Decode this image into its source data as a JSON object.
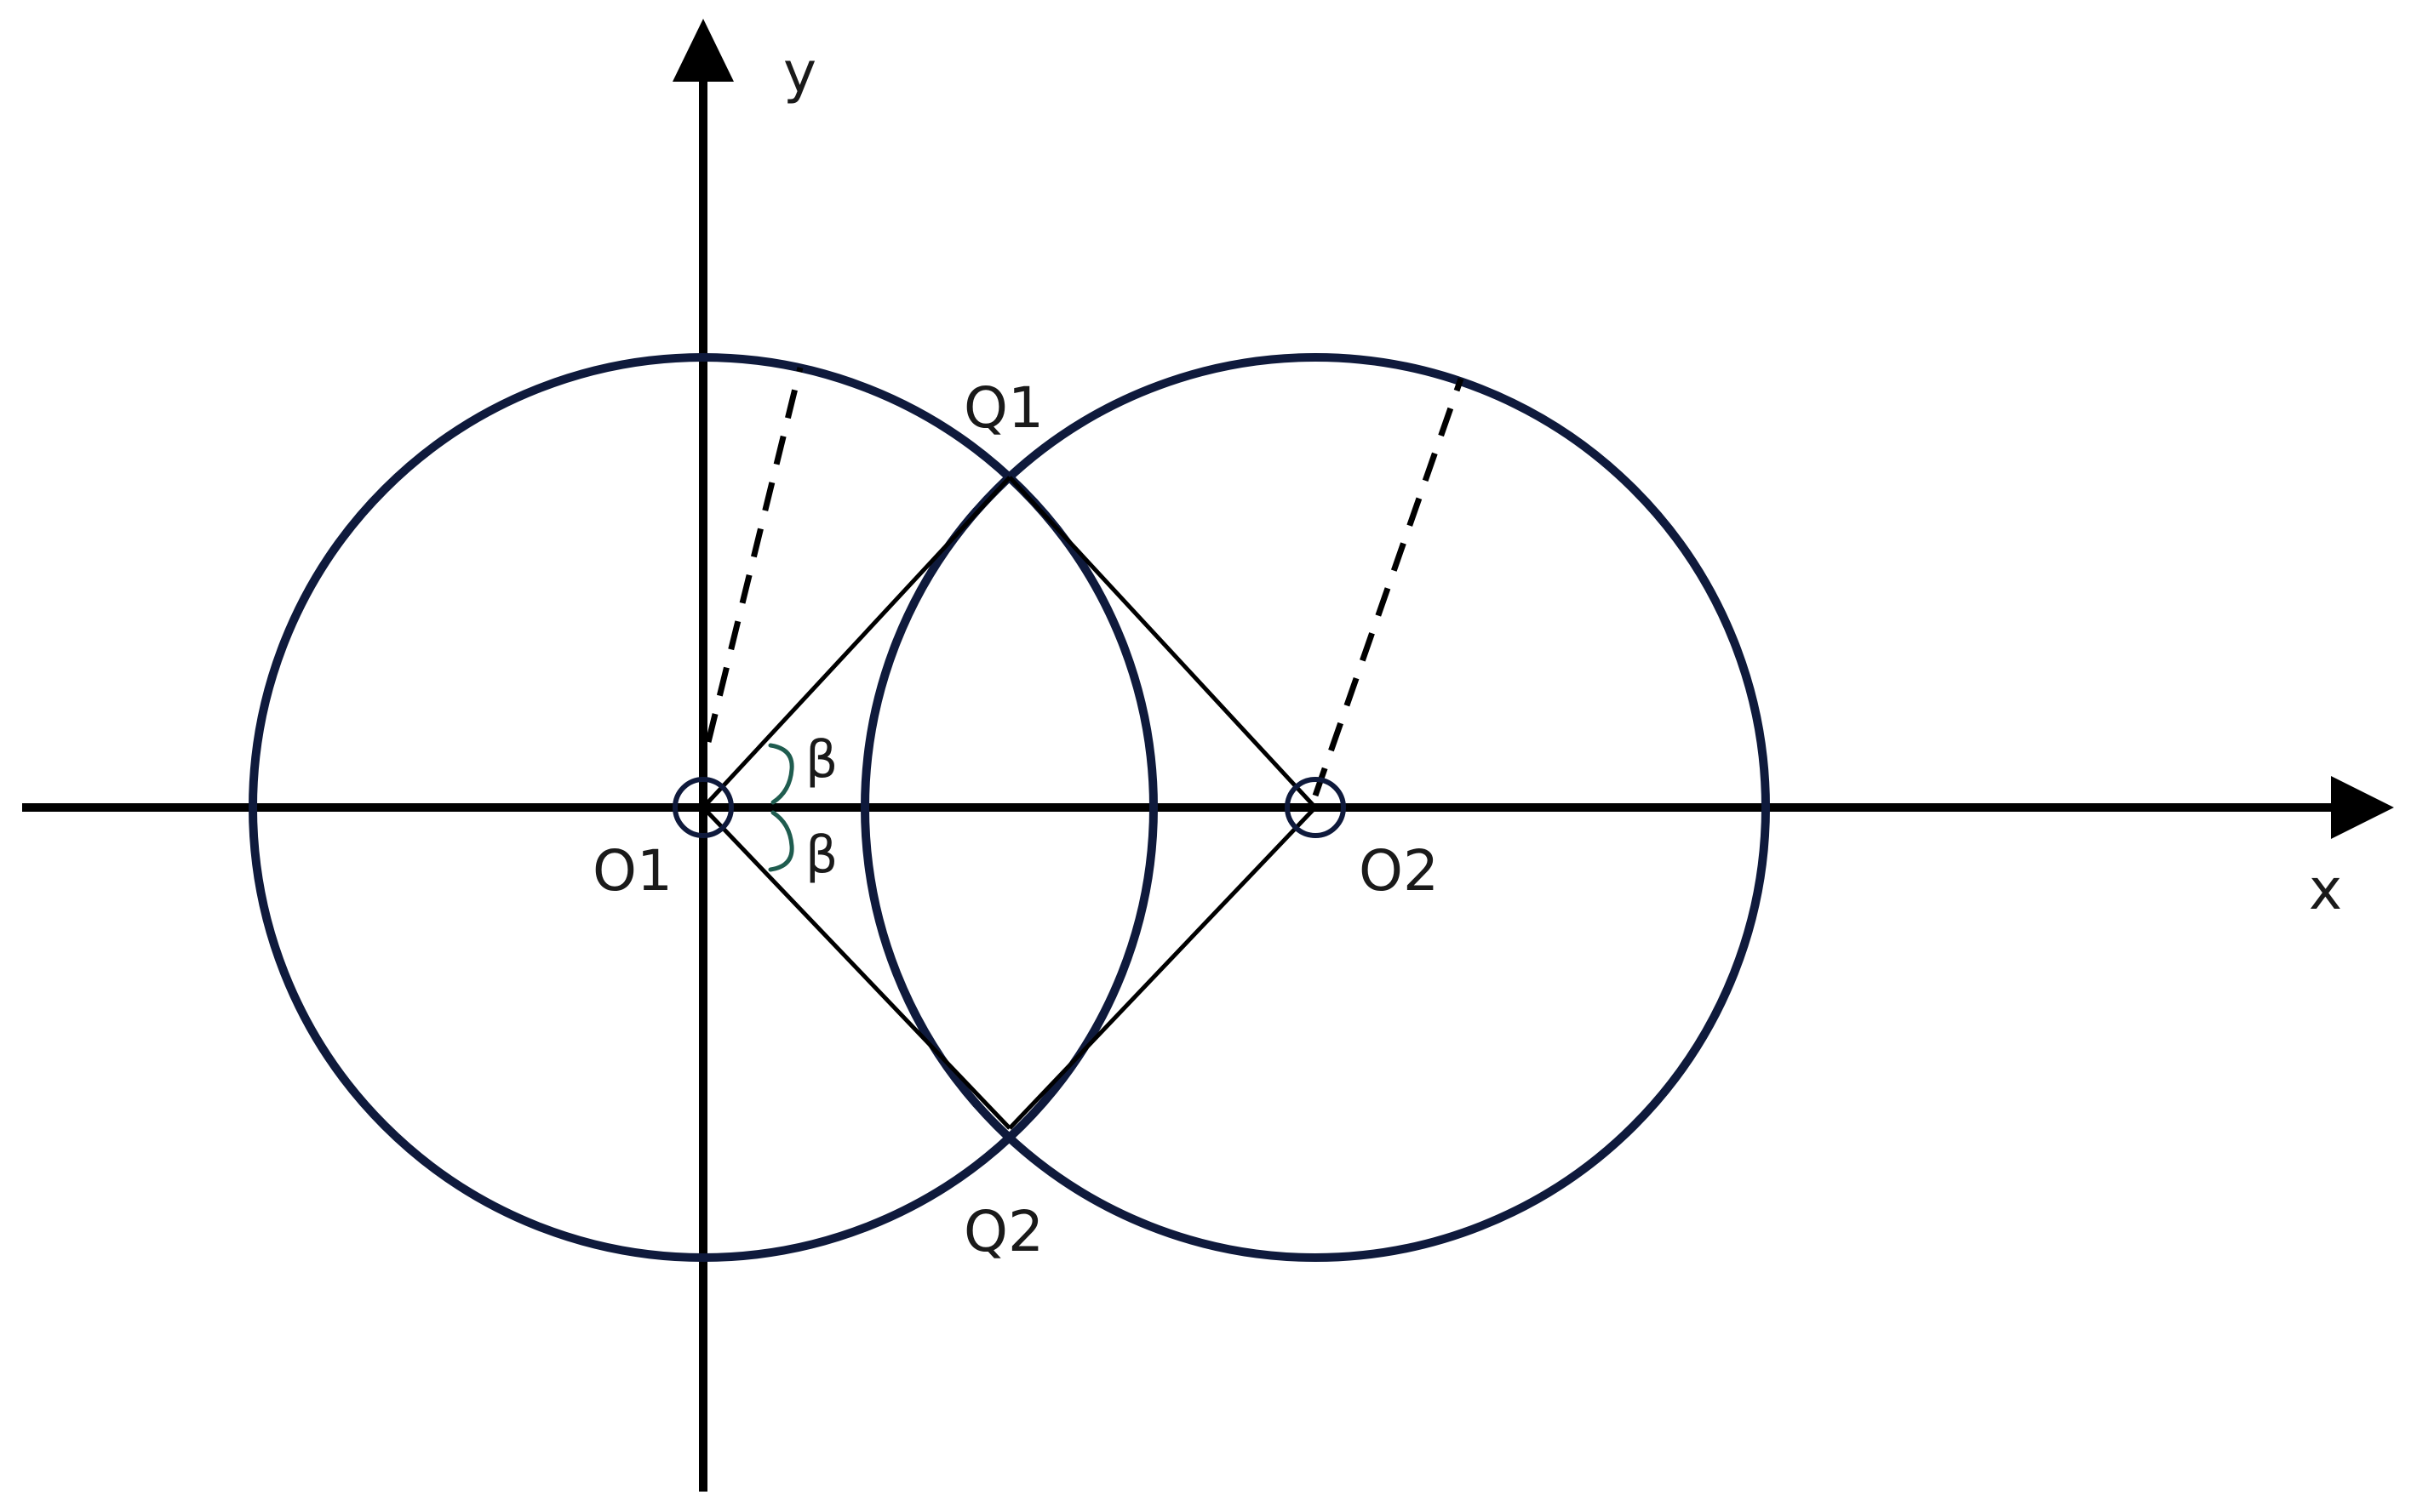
{
  "labels": {
    "y_axis": "y",
    "x_axis": "x",
    "o1": "O1",
    "o2": "O2",
    "q1": "Q1",
    "q2": "Q2",
    "beta_upper": "β",
    "beta_lower": "β"
  },
  "colors": {
    "circle_stroke": "#0f1a3c",
    "axis_stroke": "#000000",
    "line_stroke": "#000000",
    "brace_stroke": "#1f5c4f",
    "background": "#ffffff"
  }
}
